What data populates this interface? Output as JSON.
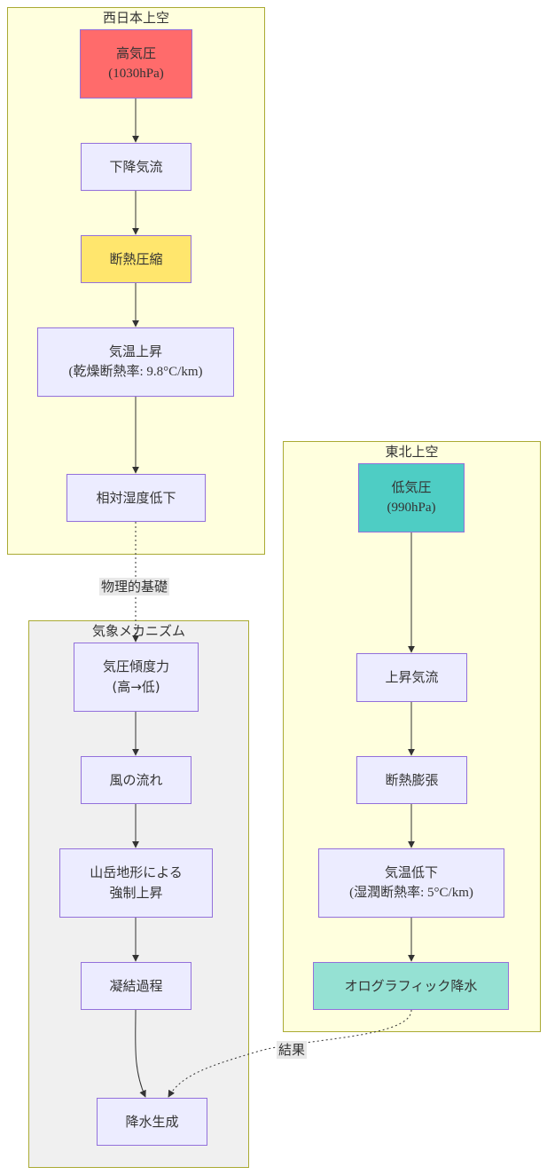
{
  "clusters": {
    "west": {
      "title": "西日本上空"
    },
    "northeast": {
      "title": "東北上空"
    },
    "mechanism": {
      "title": "気象メカニズム"
    }
  },
  "nodes": {
    "high_pressure": {
      "title": "高気圧",
      "sub": "(1030hPa)",
      "fill": "#ff6b6b"
    },
    "descending_air": {
      "title": "下降気流"
    },
    "adiabatic_compression": {
      "title": "断熱圧縮",
      "fill": "#ffe66d"
    },
    "temp_rise": {
      "title": "気温上昇",
      "sub": "(乾燥断熱率: 9.8°C/km)"
    },
    "humidity_drop": {
      "title": "相対湿度低下"
    },
    "low_pressure": {
      "title": "低気圧",
      "sub": "(990hPa)",
      "fill": "#4ecdc4"
    },
    "ascending_air": {
      "title": "上昇気流"
    },
    "adiabatic_expansion": {
      "title": "断熱膨張"
    },
    "temp_drop": {
      "title": "気温低下",
      "sub": "(湿潤断熱率: 5°C/km)"
    },
    "orographic_precip": {
      "title": "オログラフィック降水",
      "fill": "#95e1d3"
    },
    "pressure_gradient": {
      "title": "気圧傾度力",
      "sub": "(高→低)"
    },
    "wind_flow": {
      "title": "風の流れ"
    },
    "mountain_lift": {
      "title": "山岳地形による",
      "sub": "強制上昇"
    },
    "condensation": {
      "title": "凝結過程"
    },
    "precip_generation": {
      "title": "降水生成"
    }
  },
  "edge_labels": {
    "physical_basis": "物理的基礎",
    "result": "結果"
  },
  "colors": {
    "cluster_border": "#aaaa33",
    "cluster_fill": "#ffffde",
    "mechanism_fill": "#f0f0f0",
    "node_fill": "#ececff",
    "node_border": "#9370db",
    "edge": "#333333"
  }
}
